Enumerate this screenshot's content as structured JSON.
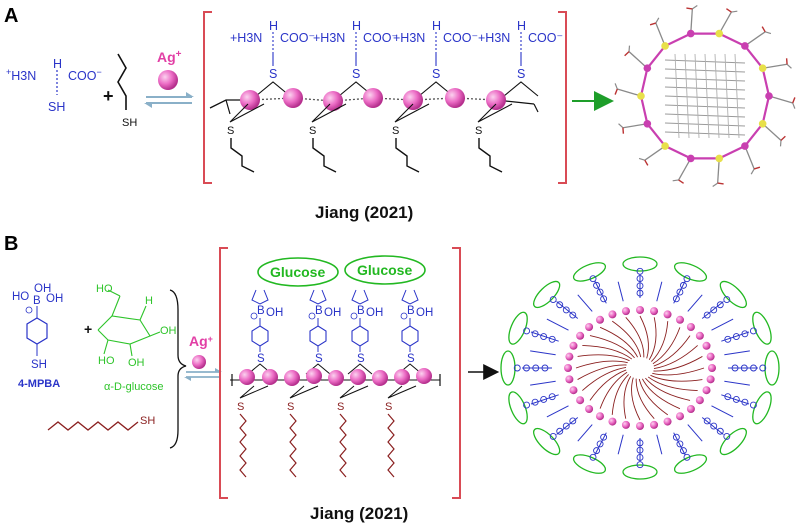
{
  "panels": [
    {
      "letter": "A",
      "caption": "Jiang (2021)"
    },
    {
      "letter": "B",
      "caption": "Jiang (2021)"
    }
  ],
  "panel_a": {
    "cysteine_charge": "+",
    "cysteine_amine": "H3N",
    "cysteine_h": "H",
    "cysteine_carboxylate": "COO",
    "cysteine_minus": "−",
    "cysteine_thiol": "SH",
    "plus": "+",
    "butanethiol_sh": "SH",
    "silver_label": "Ag",
    "silver_charge": "+",
    "repeat_ligand": "+H3N",
    "repeat_carboxylate": "COO⁻",
    "sulfur": "S"
  },
  "panel_b": {
    "mpba_label": "4-MPBA",
    "mpba_b": "B",
    "mpba_oh": "OH",
    "mpba_ho": "HO",
    "mpba_sh": "SH",
    "glucose_label": "α-D-glucose",
    "plus": "+",
    "hexanethiol_sh": "SH",
    "silver_label": "Ag",
    "silver_charge": "+",
    "glucose_box": "Glucose",
    "sulfur": "S"
  },
  "colors": {
    "blue": "#2a34c8",
    "green": "#22b821",
    "pink": "#e84fb4",
    "bracket": "#d94b55",
    "red_chain": "#8a1f1f",
    "arrow_green": "#1e9e2a",
    "arrow_black": "#111111"
  }
}
